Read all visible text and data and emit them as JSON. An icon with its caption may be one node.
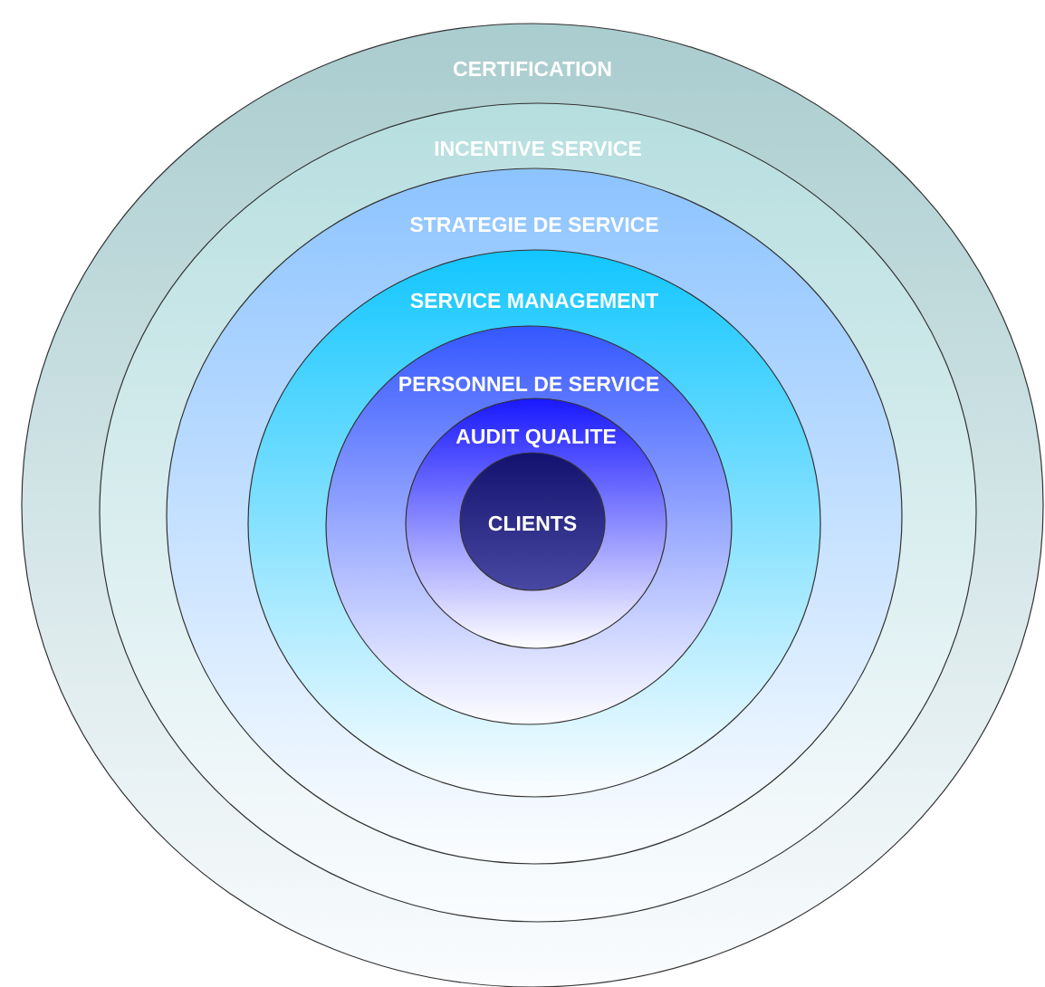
{
  "diagram": {
    "nodes": [
      {
        "text": [
          "CERTIFICATION"
        ]
      },
      {
        "text": [
          "INCENTIVE SERVICE"
        ],
        "in": 0
      },
      {
        "text": [
          "STRATEGIE DE SERVICE"
        ],
        "in": 1
      },
      {
        "text": [
          "SERVICE MANAGEMENT"
        ],
        "in": 2
      },
      {
        "text": [
          "PERSONNEL DE SERVICE"
        ],
        "in": 3
      },
      {
        "text": [
          "AUDIT QUALITE"
        ],
        "in": 4
      },
      {
        "text": [
          "CLIENTS"
        ],
        "in": 5
      }
    ]
  }
}
